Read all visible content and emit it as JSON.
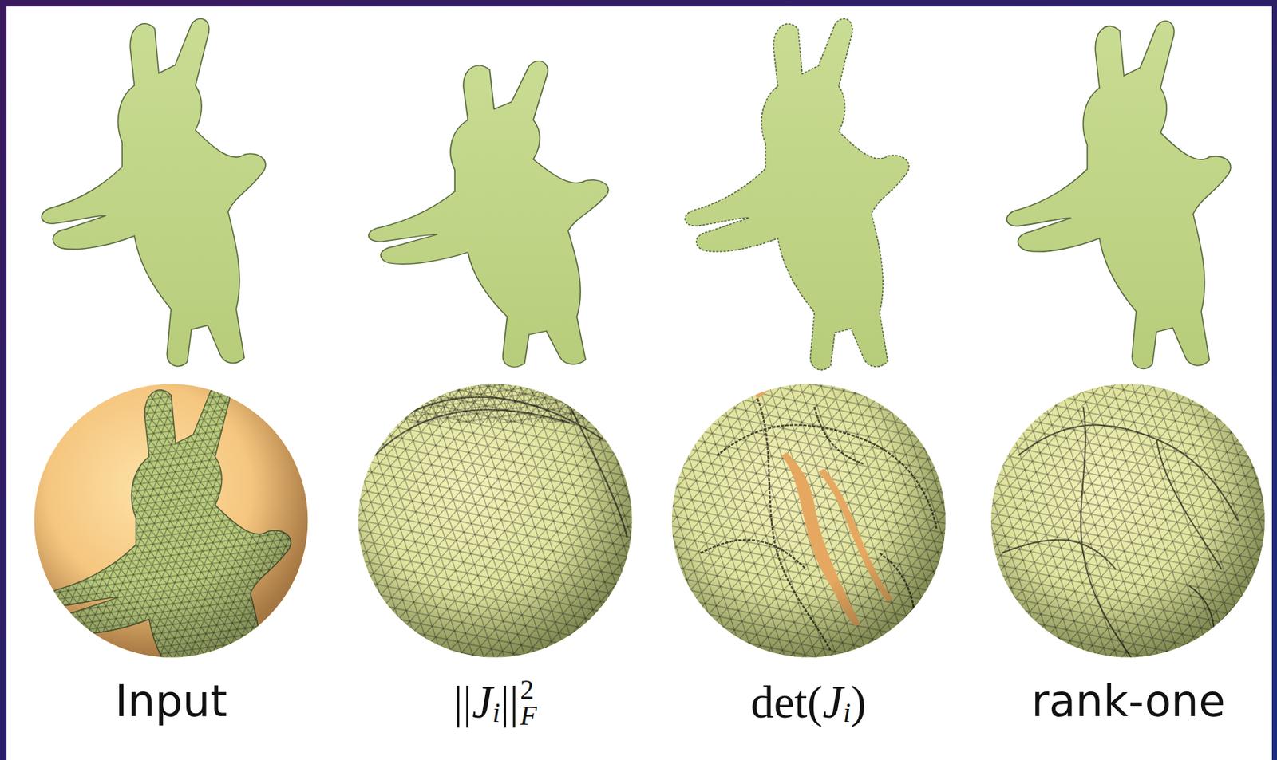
{
  "diagram": {
    "labels": [
      "Input",
      "||",
      "J",
      "i",
      "||",
      "2",
      "F",
      "det(",
      "J",
      "i",
      ")",
      "rank-one"
    ]
  }
}
